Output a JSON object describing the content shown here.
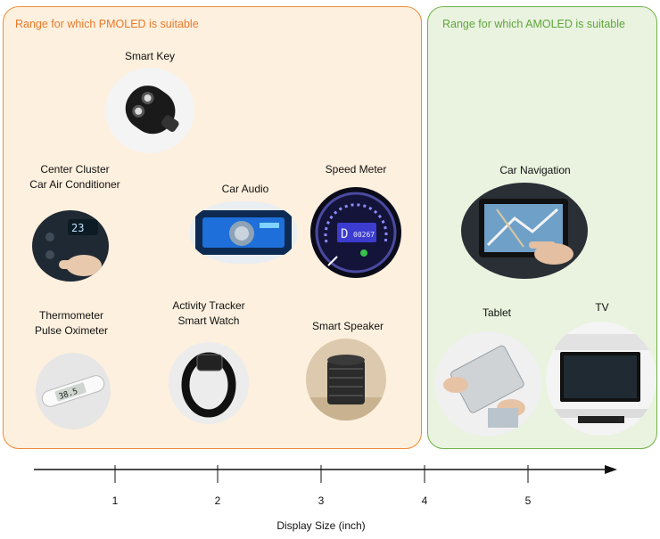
{
  "regions": {
    "pmoled": {
      "title": "Range for which PMOLED is suitable",
      "border": "#ef8a3a",
      "fill": "#fdf0de"
    },
    "amoled": {
      "title": "Range for which AMOLED is suitable",
      "border": "#6fb24a",
      "fill": "#e9f3df"
    }
  },
  "devices": {
    "smart_key": {
      "label": "Smart Key",
      "icon": "car-key-fob-icon"
    },
    "center_cluster": {
      "line1": "Center Cluster",
      "line2": "Car Air Conditioner",
      "icon": "car-dashboard-icon"
    },
    "car_audio": {
      "label": "Car Audio",
      "icon": "car-stereo-icon"
    },
    "speed_meter": {
      "label": "Speed Meter",
      "icon": "speedometer-icon"
    },
    "car_navigation": {
      "label": "Car Navigation",
      "icon": "navigation-screen-icon"
    },
    "thermometer": {
      "line1": "Thermometer",
      "line2": "Pulse Oximeter",
      "icon": "thermometer-icon"
    },
    "activity_tracker": {
      "line1": "Activity Tracker",
      "line2": "Smart Watch",
      "icon": "fitness-band-icon"
    },
    "smart_speaker": {
      "label": "Smart Speaker",
      "icon": "speaker-icon"
    },
    "tablet": {
      "label": "Tablet",
      "icon": "tablet-icon"
    },
    "tv": {
      "label": "TV",
      "icon": "television-icon"
    }
  },
  "axis": {
    "title": "Display Size (inch)",
    "ticks": [
      "1",
      "2",
      "3",
      "4",
      "5"
    ]
  }
}
